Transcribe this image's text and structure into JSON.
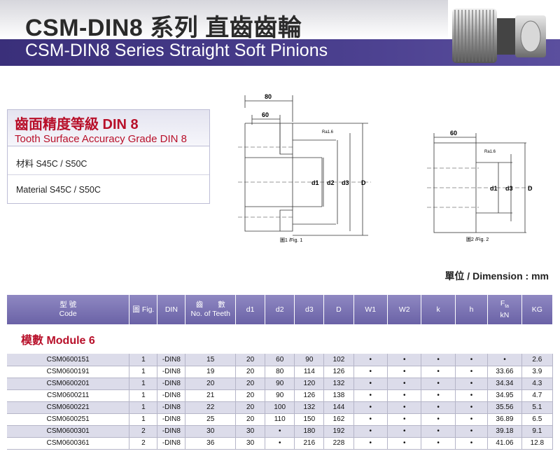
{
  "header": {
    "title_cn": "CSM-DIN8 系列 直齒齒輪",
    "title_en": "CSM-DIN8 Series Straight Soft Pinions"
  },
  "grade": {
    "title_cn": "齒面精度等級 DIN 8",
    "title_en": "Tooth Surface Accuracy Grade DIN 8",
    "material_cn": "材料 S45C / S50C",
    "material_en": "Material S45C / S50C"
  },
  "fig1": {
    "dim_top": "80",
    "dim_mid": "60",
    "roughness": "Ra1.6",
    "d1": "d1",
    "d2": "d2",
    "d3": "d3",
    "D": "D",
    "caption": "圖1 /Fig. 1"
  },
  "fig2": {
    "dim_top": "60",
    "roughness": "Ra1.6",
    "d1": "d1",
    "d3": "d3",
    "D": "D",
    "caption": "圖2 /Fig. 2"
  },
  "dimension_label": "單位 / Dimension : mm",
  "table": {
    "headers": {
      "code_cn": "型 號",
      "code_en": "Code",
      "fig": "圖 Fig.",
      "din": "DIN",
      "teeth_cn": "齒　　數",
      "teeth_en": "No. of Teeth",
      "d1": "d1",
      "d2": "d2",
      "d3": "d3",
      "D": "D",
      "w1": "W1",
      "w2": "W2",
      "k": "k",
      "h": "h",
      "ft": "F",
      "ft_sub": "ta",
      "ft_unit": "kN",
      "kg": "KG"
    },
    "module_label": "模數 Module  6",
    "rows": [
      [
        "CSM0600151",
        "1",
        "-DIN8",
        "15",
        "20",
        "60",
        "90",
        "102",
        "•",
        "•",
        "•",
        "•",
        "•",
        "2.6"
      ],
      [
        "CSM0600191",
        "1",
        "-DIN8",
        "19",
        "20",
        "80",
        "114",
        "126",
        "•",
        "•",
        "•",
        "•",
        "33.66",
        "3.9"
      ],
      [
        "CSM0600201",
        "1",
        "-DIN8",
        "20",
        "20",
        "90",
        "120",
        "132",
        "•",
        "•",
        "•",
        "•",
        "34.34",
        "4.3"
      ],
      [
        "CSM0600211",
        "1",
        "-DIN8",
        "21",
        "20",
        "90",
        "126",
        "138",
        "•",
        "•",
        "•",
        "•",
        "34.95",
        "4.7"
      ],
      [
        "CSM0600221",
        "1",
        "-DIN8",
        "22",
        "20",
        "100",
        "132",
        "144",
        "•",
        "•",
        "•",
        "•",
        "35.56",
        "5.1"
      ],
      [
        "CSM0600251",
        "1",
        "-DIN8",
        "25",
        "20",
        "110",
        "150",
        "162",
        "•",
        "•",
        "•",
        "•",
        "36.89",
        "6.5"
      ],
      [
        "CSM0600301",
        "2",
        "-DIN8",
        "30",
        "30",
        "•",
        "180",
        "192",
        "•",
        "•",
        "•",
        "•",
        "39.18",
        "9.1"
      ],
      [
        "CSM0600361",
        "2",
        "-DIN8",
        "36",
        "30",
        "•",
        "216",
        "228",
        "•",
        "•",
        "•",
        "•",
        "41.06",
        "12.8"
      ]
    ]
  },
  "colors": {
    "banner": "#3a2f7a",
    "accent_red": "#b8102a",
    "table_header": "#7a72b2",
    "row_alt": "#dcdcea"
  }
}
